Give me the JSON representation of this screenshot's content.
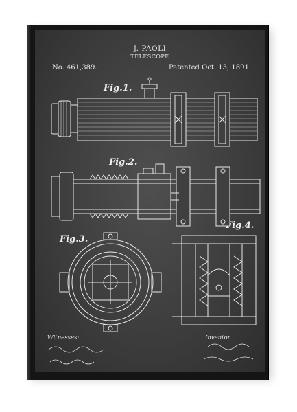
{
  "document": {
    "inventor_name": "J. PAOLI",
    "invention": "TELESCOPE",
    "patent_number": "No. 461,389.",
    "patent_date": "Patented Oct. 13, 1891."
  },
  "figures": {
    "fig1": "Fig.1.",
    "fig2": "Fig.2.",
    "fig3": "Fig.3.",
    "fig4": "Fig.4."
  },
  "footer": {
    "witnesses_label": "Witnesses:",
    "inventor_label": "Inventor"
  },
  "colors": {
    "frame": "#151515",
    "chalkboard": "#3f3f3f",
    "line": "#e8e8e8",
    "background": "#ffffff"
  }
}
